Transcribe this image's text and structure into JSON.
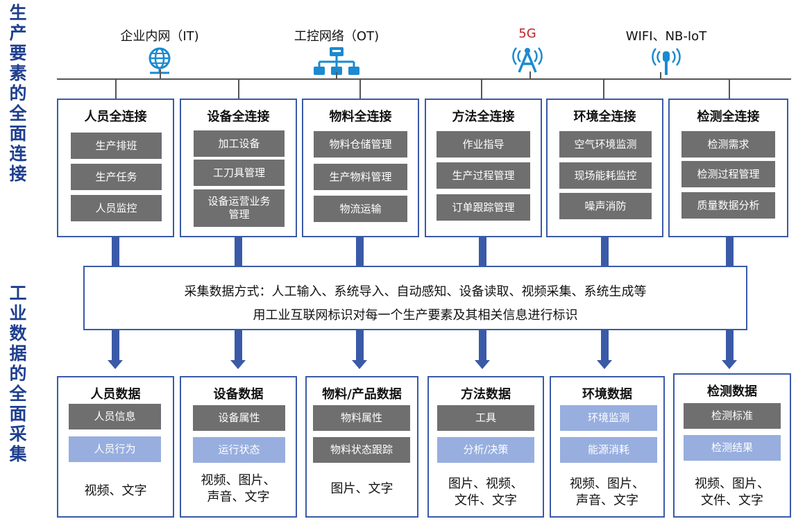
{
  "side_titles": {
    "top": [
      "生",
      "产",
      "要",
      "素",
      "的",
      "全",
      "面",
      "连",
      "接"
    ],
    "bottom": [
      "工",
      "业",
      "数",
      "据",
      "的",
      "全",
      "面",
      "采",
      "集"
    ]
  },
  "networks": [
    {
      "label": "企业内网（IT)",
      "icon": "globe-network-icon"
    },
    {
      "label": "工控网络（OT)",
      "icon": "network-topology-icon"
    },
    {
      "label": "5G",
      "icon": "cell-tower-icon",
      "color": "#c0232b"
    },
    {
      "label": "WIFI、NB-IoT",
      "icon": "wifi-antenna-icon"
    }
  ],
  "connection_boxes": [
    {
      "title": "人员全连接",
      "items": [
        "生产排班",
        "生产任务",
        "人员监控"
      ]
    },
    {
      "title": "设备全连接",
      "items": [
        "加工设备",
        "工刀具管理",
        "设备运营业务\n管理"
      ]
    },
    {
      "title": "物料全连接",
      "items": [
        "物料仓储管理",
        "生产物料管理",
        "物流运输"
      ]
    },
    {
      "title": "方法全连接",
      "items": [
        "作业指导",
        "生产过程管理",
        "订单跟踪管理"
      ]
    },
    {
      "title": "环境全连接",
      "items": [
        "空气环境监测",
        "现场能耗监控",
        "噪声消防"
      ]
    },
    {
      "title": "检测全连接",
      "items": [
        "检测需求",
        "检测过程管理",
        "质量数据分析"
      ]
    }
  ],
  "collection": {
    "line1": "采集数据方式：人工输入、系统导入、自动感知、设备读取、视频采集、系统生成等",
    "line2": "用工业互联网标识对每一个生产要素及其相关信息进行标识"
  },
  "data_boxes": [
    {
      "title": "人员数据",
      "items": [
        "人员信息",
        "人员行为"
      ],
      "formats": "视频、文字"
    },
    {
      "title": "设备数据",
      "items": [
        "设备属性",
        "运行状态"
      ],
      "formats": "视频、图片、\n声音、文字"
    },
    {
      "title": "物料/产品数据",
      "items": [
        "物料属性",
        "物料状态跟踪"
      ],
      "formats": "图片、文字"
    },
    {
      "title": "方法数据",
      "items": [
        "工具",
        "分析/决策"
      ],
      "formats": "图片、视频、\n文件、文字"
    },
    {
      "title": "环境数据",
      "items": [
        "环境监测",
        "能源消耗"
      ],
      "formats": "视频、图片、\n声音、文字"
    },
    {
      "title": "检测数据",
      "items": [
        "检测标准",
        "检测结果"
      ],
      "formats": "视频、图片、\n文件、文字"
    }
  ],
  "colors": {
    "accent": "#3a5aa8",
    "title": "#1f3f8f",
    "item_dark": "#6f6f6f",
    "item_light": "#97aedf",
    "red": "#c0232b"
  }
}
